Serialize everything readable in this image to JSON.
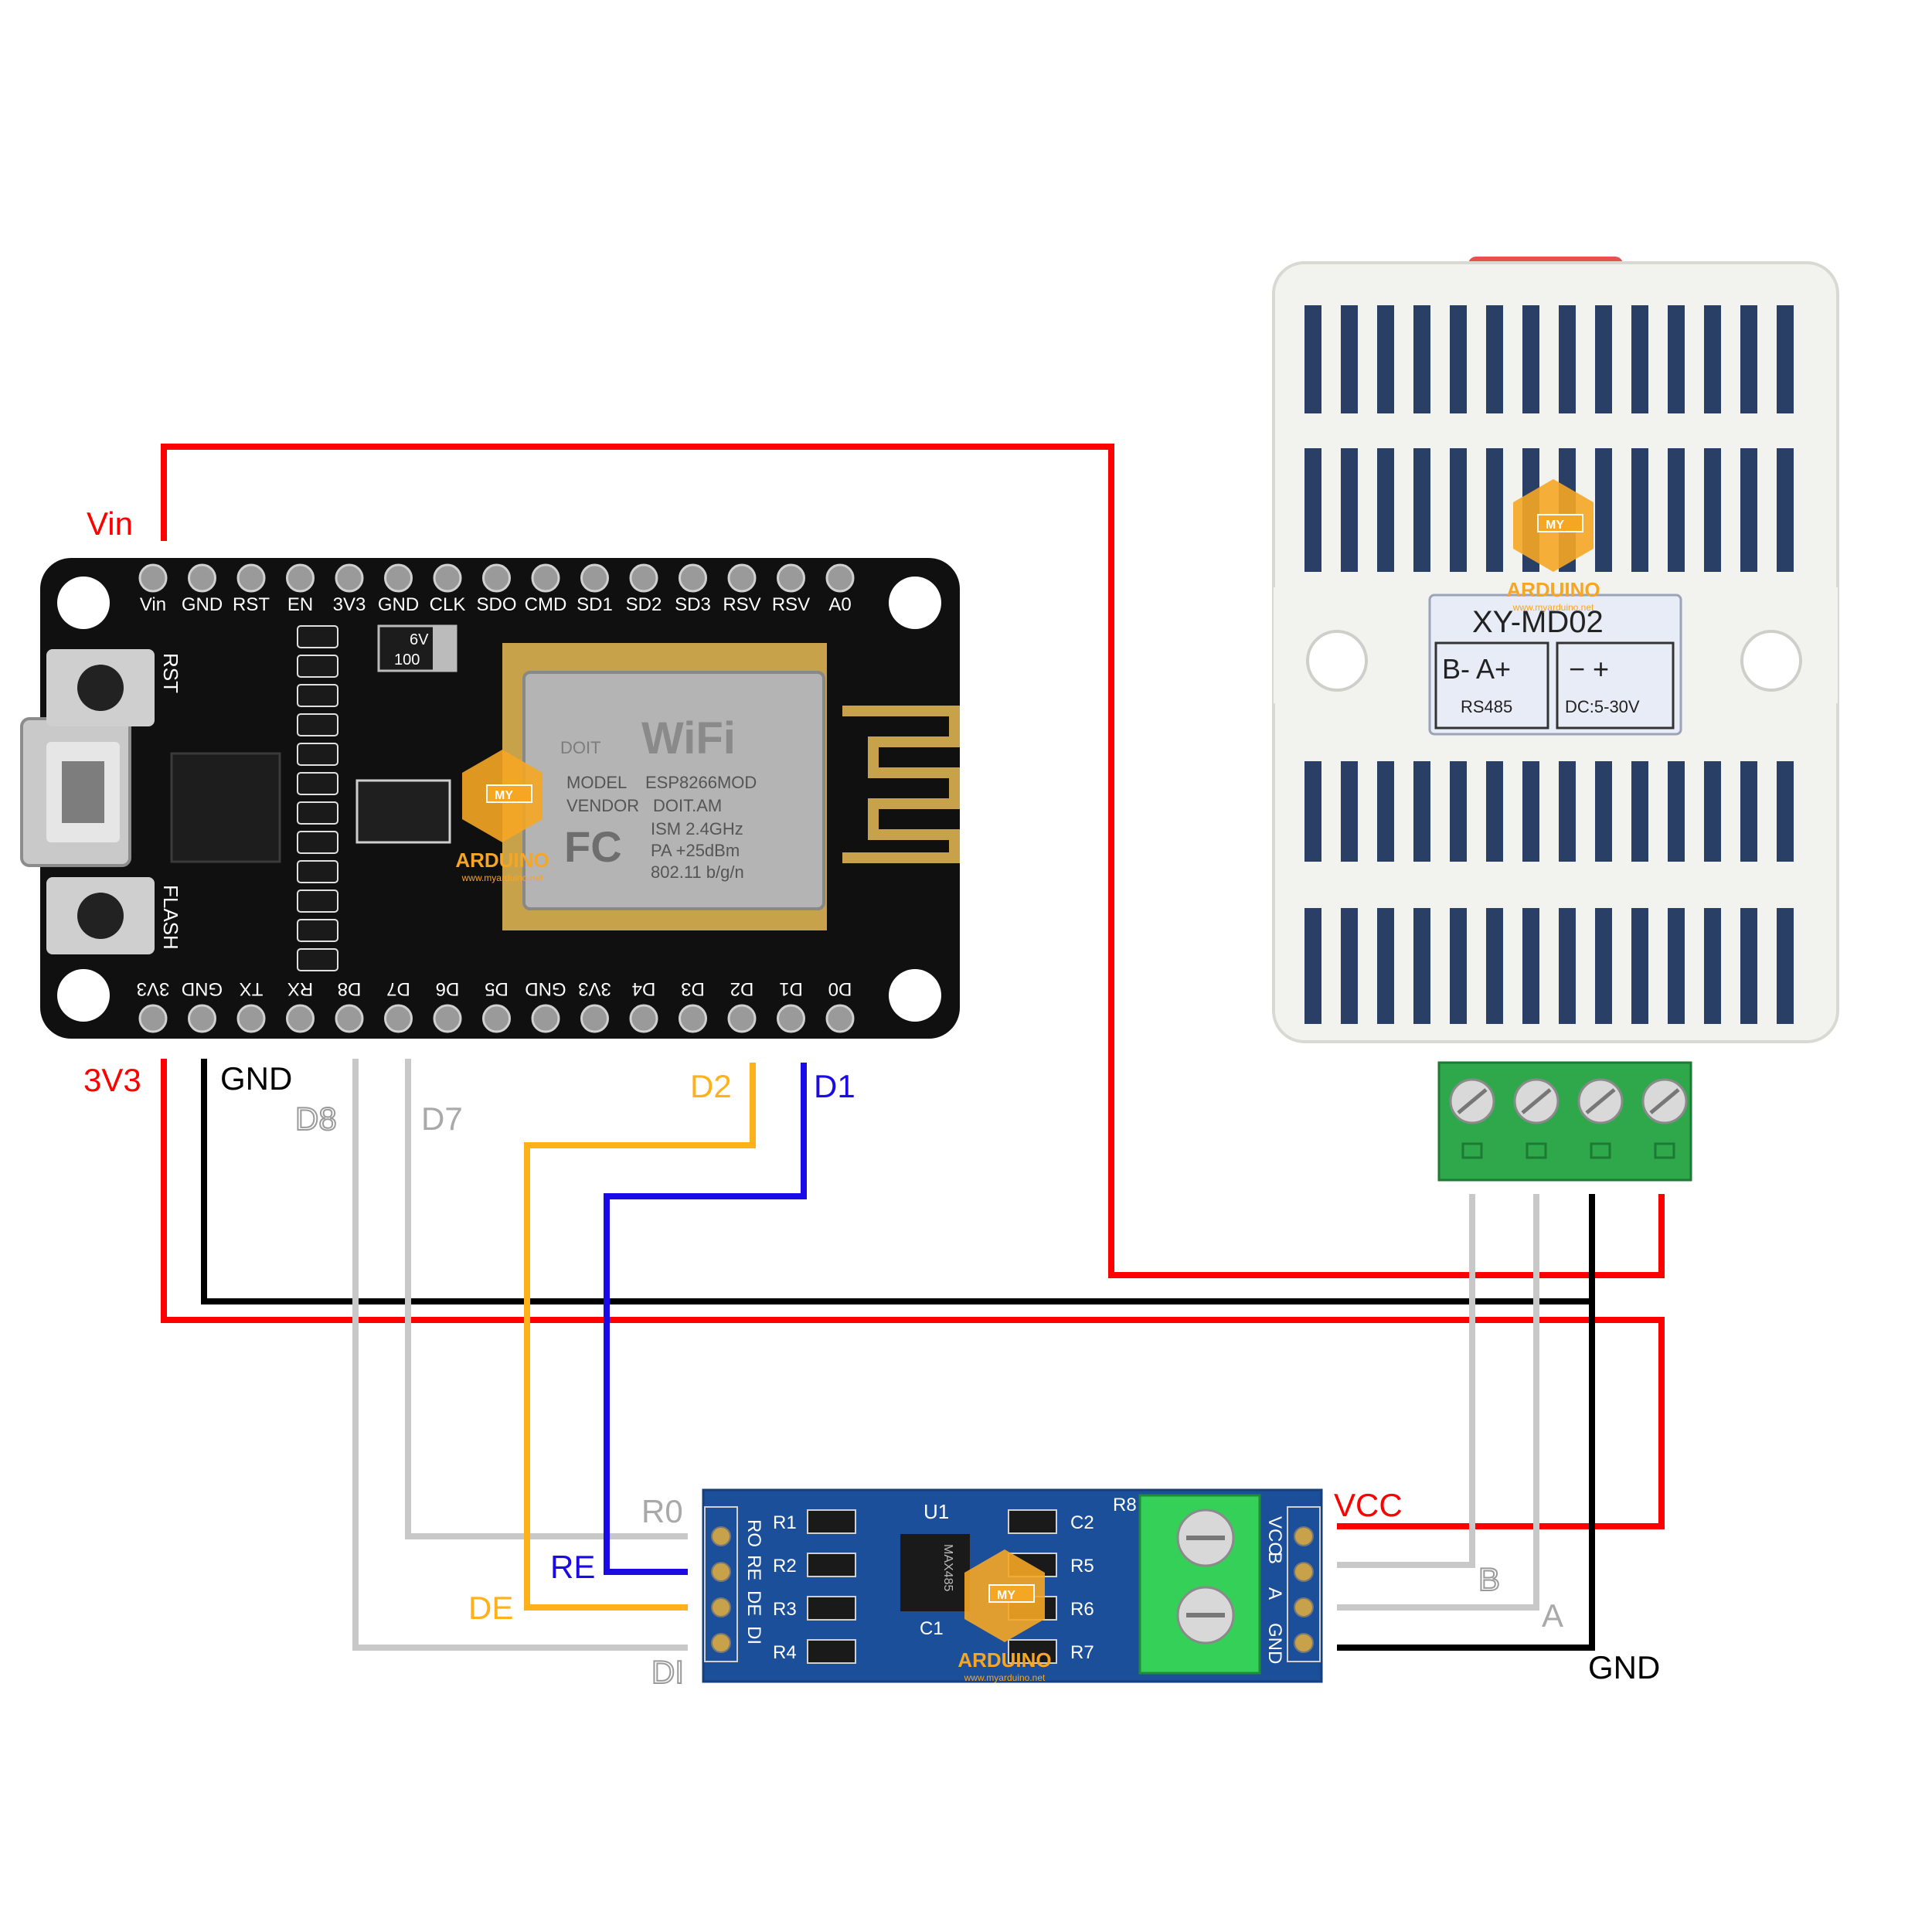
{
  "colors": {
    "power": "#ff0000",
    "ground": "#000000",
    "gray": "#bdbdbd",
    "orange": "#ffb11b",
    "blue": "#1a0ae6",
    "nodemcu_board": "#101010",
    "rs485_board": "#1c4f9a",
    "terminal_green": "#2ea84a",
    "sensor_case": "#f2f2ee"
  },
  "nodemcu": {
    "top_pins": [
      "Vin",
      "GND",
      "RST",
      "EN",
      "3V3",
      "GND",
      "CLK",
      "SDO",
      "CMD",
      "SD1",
      "SD2",
      "SD3",
      "RSV",
      "RSV",
      "A0"
    ],
    "bottom_pins": [
      "3V3",
      "GND",
      "TX",
      "RX",
      "D8",
      "D7",
      "D6",
      "D5",
      "GND",
      "3V3",
      "D4",
      "D3",
      "D2",
      "D1",
      "D0"
    ],
    "rst_label": "RST",
    "flash_label": "FLASH",
    "cap_label_1": "6V",
    "cap_label_2": "100",
    "module": {
      "wifi_text": "WiFi",
      "doit_text": "DOIT",
      "model_label": "MODEL",
      "model_value": "ESP8266MOD",
      "vendor_label": "VENDOR",
      "vendor_value": "DOIT.AM",
      "fc_text": "FC",
      "ism_line": "ISM  2.4GHz",
      "pa_line": "PA  +25dBm",
      "std_line": "802.11 b/g/n"
    }
  },
  "sensor": {
    "model": "XY-MD02",
    "rs485_terms": "B- A+",
    "rs485_sub": "RS485",
    "power_terms": "−  +",
    "power_sub": "DC:5-30V"
  },
  "rs485_module": {
    "pins_left": [
      "RO",
      "RE",
      "DE",
      "DI"
    ],
    "pins_right": [
      "VCC",
      "B",
      "A",
      "GND"
    ],
    "chip_label": "U1",
    "chip_text": "MAX485",
    "parts": [
      "R1",
      "R2",
      "R3",
      "R4",
      "C2",
      "R5",
      "R6",
      "R7",
      "R8",
      "C1"
    ]
  },
  "wire_labels": {
    "vin": "Vin",
    "v3v3": "3V3",
    "gnd_top": "GND",
    "d8": "D8",
    "d7": "D7",
    "d2": "D2",
    "d1": "D1",
    "ro": "R0",
    "re": "RE",
    "de": "DE",
    "di": "DI",
    "vcc": "VCC",
    "b": "B",
    "a": "A",
    "gnd_bottom": "GND"
  },
  "watermark": {
    "brand": "ARDUINO",
    "tag": "MY",
    "url": "www.myarduino.net"
  }
}
